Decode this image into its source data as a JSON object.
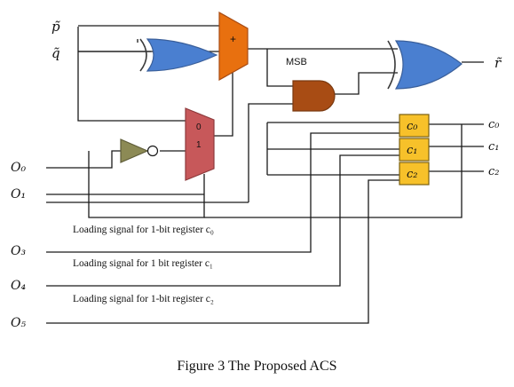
{
  "inputs": {
    "p": "p̃",
    "q": "q̃",
    "o0": "O₀",
    "o1": "O₁",
    "o3": "O₃",
    "o4": "O₄",
    "o5": "O₅"
  },
  "output": "r̃",
  "adder_label": "+",
  "mux": {
    "in0": "0",
    "in1": "1"
  },
  "msb_label": "MSB",
  "registers": [
    "c₀",
    "c₁",
    "c₂"
  ],
  "reg_outputs": [
    "c₀",
    "c₁",
    "c₂"
  ],
  "loading_labels": [
    "Loading signal for 1-bit register c₀",
    "Loading signal for 1 bit register c₁",
    "Loading signal for 1-bit register c₂"
  ],
  "caption": "Figure 3 The Proposed ACS",
  "colors": {
    "xor": "#4a7fd0",
    "adder": "#e8700f",
    "and": "#a84c14",
    "mux": "#c7585a",
    "not": "#8c8a55",
    "register": "#f7c12a"
  }
}
